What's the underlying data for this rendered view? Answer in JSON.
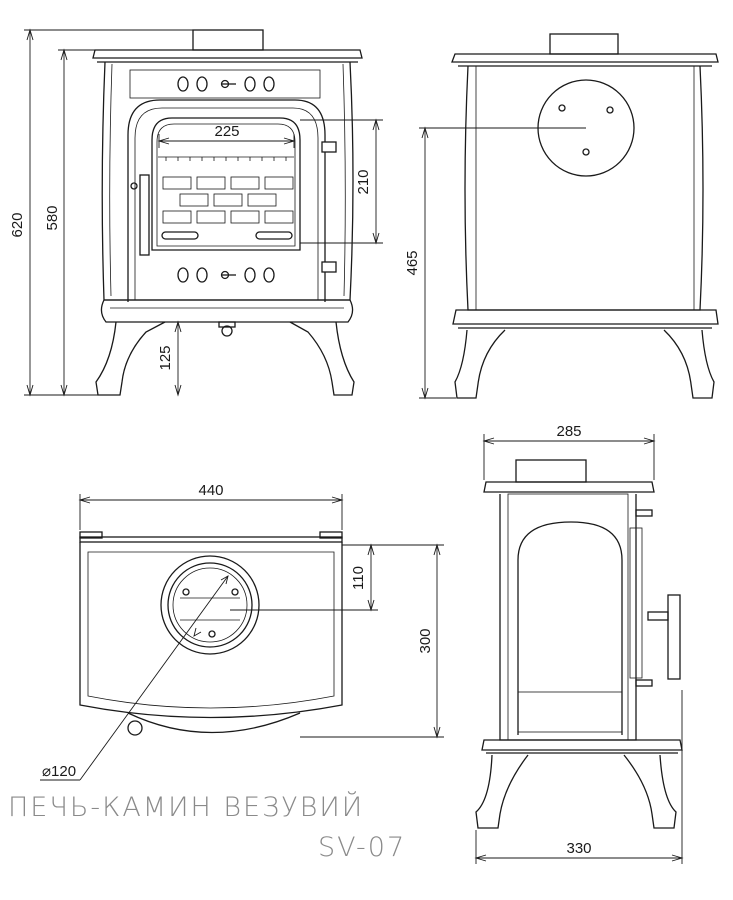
{
  "dimensions": {
    "front_total_height": "620",
    "front_body_height": "580",
    "glass_width": "225",
    "glass_height": "210",
    "leg_height": "125",
    "side_flue_height": "465",
    "top_width": "440",
    "top_depth": "300",
    "flue_offset": "110",
    "flue_diameter": "⌀120",
    "side_depth_top": "285",
    "side_depth_bottom": "330"
  },
  "title": {
    "name": "ПЕЧЬ-КАМИН ВЕЗУВИЙ",
    "model": "SV-07"
  }
}
